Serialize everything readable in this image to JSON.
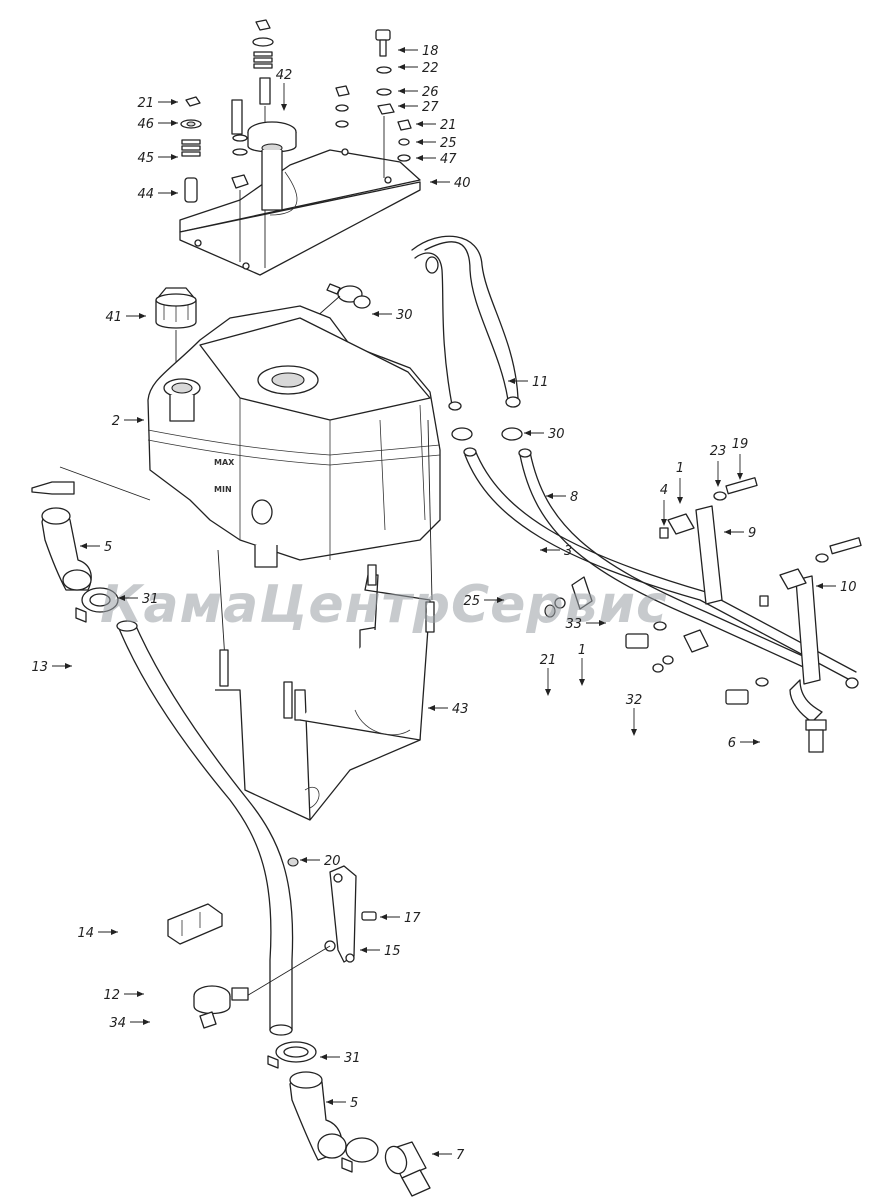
{
  "watermark": {
    "text": "КамаЦентрСервис",
    "color": "#9aa0a6"
  },
  "tank": {
    "mark_max": "MAX",
    "mark_min": "MIN"
  },
  "callouts": [
    {
      "label": "18"
    },
    {
      "label": "22"
    },
    {
      "label": "26"
    },
    {
      "label": "27"
    },
    {
      "label": "21"
    },
    {
      "label": "25"
    },
    {
      "label": "47"
    },
    {
      "label": "40"
    },
    {
      "label": "42"
    },
    {
      "label": "21"
    },
    {
      "label": "46"
    },
    {
      "label": "45"
    },
    {
      "label": "44"
    },
    {
      "label": "41"
    },
    {
      "label": "30"
    },
    {
      "label": "11"
    },
    {
      "label": "2"
    },
    {
      "label": "30"
    },
    {
      "label": "8"
    },
    {
      "label": "3"
    },
    {
      "label": "1"
    },
    {
      "label": "4"
    },
    {
      "label": "23"
    },
    {
      "label": "19"
    },
    {
      "label": "9"
    },
    {
      "label": "10"
    },
    {
      "label": "5"
    },
    {
      "label": "31"
    },
    {
      "label": "25"
    },
    {
      "label": "33"
    },
    {
      "label": "21"
    },
    {
      "label": "1"
    },
    {
      "label": "32"
    },
    {
      "label": "13"
    },
    {
      "label": "43"
    },
    {
      "label": "6"
    },
    {
      "label": "20"
    },
    {
      "label": "17"
    },
    {
      "label": "14"
    },
    {
      "label": "15"
    },
    {
      "label": "12"
    },
    {
      "label": "34"
    },
    {
      "label": "31"
    },
    {
      "label": "5"
    },
    {
      "label": "7"
    }
  ]
}
